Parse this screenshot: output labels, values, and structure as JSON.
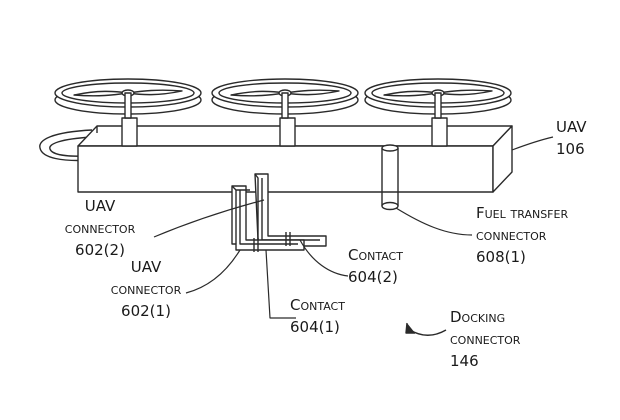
{
  "labels": {
    "uav_106": {
      "line1": "UAV",
      "line2": "106"
    },
    "uav_connector_602_2": {
      "line1": "UAV",
      "line2": "connector",
      "line3": "602(2)"
    },
    "uav_connector_602_1": {
      "line1": "UAV",
      "line2": "connector",
      "line3": "602(1)"
    },
    "contact_604_2": {
      "line1": "Contact",
      "line2": "604(2)"
    },
    "contact_604_1": {
      "line1": "Contact",
      "line2": "604(1)"
    },
    "fuel_transfer_608_1": {
      "line1": "Fuel transfer",
      "line2": "connector",
      "line3": "608(1)"
    },
    "docking_connector_146": {
      "line1": "Docking",
      "line2": "connector",
      "line3": "146"
    }
  }
}
